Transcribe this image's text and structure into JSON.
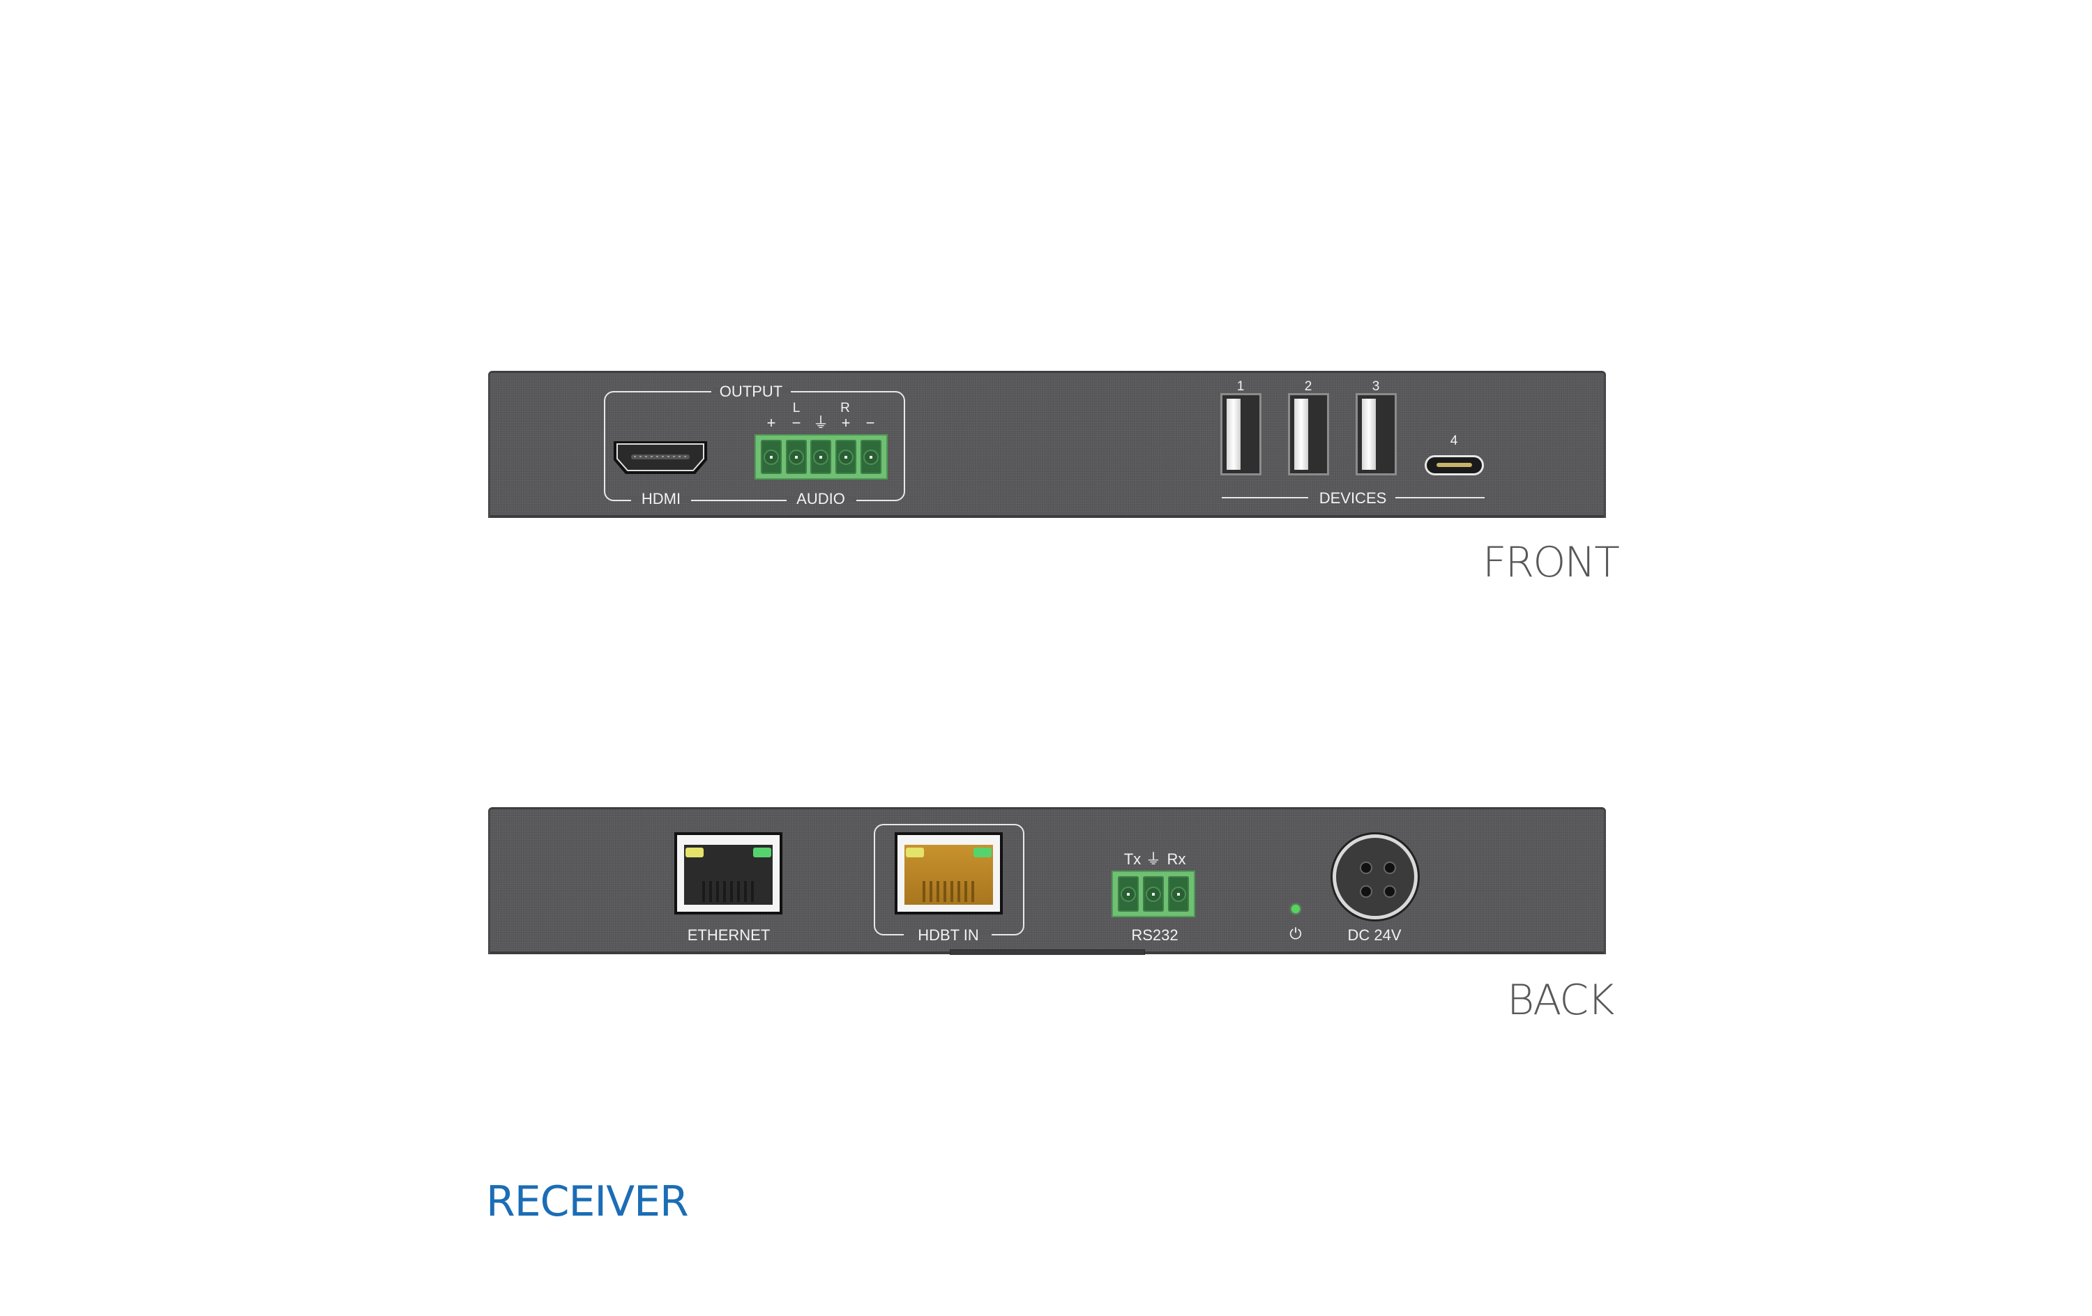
{
  "title": "RECEIVER",
  "colors": {
    "title_blue": "#1b6db5",
    "view_label": "#58585a",
    "panel": "#58585a",
    "terminal_green": "#6fc073",
    "led_green": "#56d45e",
    "led_yellow": "#e4e36a",
    "hdbt_gold": "#c8922e"
  },
  "front": {
    "view_label": "FRONT",
    "output_group": {
      "label": "OUTPUT",
      "hdmi": {
        "label": "HDMI",
        "icon": "hdmi-port-icon"
      },
      "audio": {
        "label": "AUDIO",
        "channels": [
          "L",
          "R"
        ],
        "pins": [
          "+",
          "−",
          "⏚",
          "+",
          "−"
        ]
      }
    },
    "devices_group": {
      "label": "DEVICES",
      "ports": [
        {
          "number": "1",
          "type": "USB-A"
        },
        {
          "number": "2",
          "type": "USB-A"
        },
        {
          "number": "3",
          "type": "USB-A"
        },
        {
          "number": "4",
          "type": "USB-C"
        }
      ]
    }
  },
  "back": {
    "view_label": "BACK",
    "ethernet": {
      "label": "ETHERNET"
    },
    "hdbt_in": {
      "label": "HDBT IN"
    },
    "rs232": {
      "label": "RS232",
      "pins": [
        "Tx",
        "⏚",
        "Rx"
      ]
    },
    "power_led": {
      "icon": "power-icon",
      "symbol": "⏻"
    },
    "dc_power": {
      "label": "DC 24V"
    }
  }
}
